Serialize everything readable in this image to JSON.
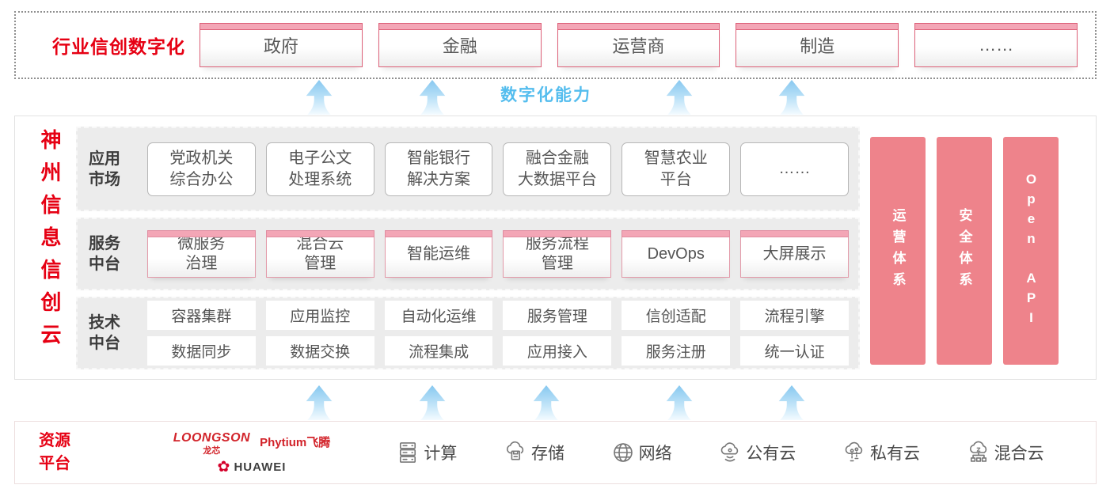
{
  "top_banner": {
    "title": "行业信创数字化",
    "items": [
      "政府",
      "金融",
      "运营商",
      "制造",
      "……"
    ]
  },
  "capability_label": "数字化能力",
  "platform": {
    "title": "神州信息信创云",
    "app_row": {
      "label": "应用\n市场",
      "boxes": [
        "党政机关\n综合办公",
        "电子公文\n处理系统",
        "智能银行\n解决方案",
        "融合金融\n大数据平台",
        "智慧农业\n平台",
        "……"
      ]
    },
    "service_row": {
      "label": "服务\n中台",
      "boxes": [
        "微服务\n治理",
        "混合云\n管理",
        "智能运维",
        "服务流程\n管理",
        "DevOps",
        "大屏展示"
      ]
    },
    "tech_row": {
      "label": "技术\n中台",
      "row1": [
        "容器集群",
        "应用监控",
        "自动化运维",
        "服务管理",
        "信创适配",
        "流程引擎"
      ],
      "row2": [
        "数据同步",
        "数据交换",
        "流程集成",
        "应用接入",
        "服务注册",
        "统一认证"
      ]
    },
    "pillars": [
      "运营体系",
      "安全体系",
      "Open API"
    ]
  },
  "resources": {
    "label": "资源\n平台",
    "vendors": {
      "loongson": "LOONGSON",
      "loongson_sub": "龙芯",
      "phytium": "Phytium飞腾",
      "huawei": "HUAWEI"
    },
    "items": [
      {
        "icon": "compute-icon",
        "label": "计算"
      },
      {
        "icon": "storage-icon",
        "label": "存储"
      },
      {
        "icon": "network-icon",
        "label": "网络"
      },
      {
        "icon": "public-cloud-icon",
        "label": "公有云"
      },
      {
        "icon": "private-cloud-icon",
        "label": "私有云"
      },
      {
        "icon": "hybrid-cloud-icon",
        "label": "混合云"
      }
    ]
  },
  "colors": {
    "brand_red": "#e60013",
    "accent_blue": "#54bdee",
    "pillar_pink": "#ee838b",
    "vendor_red": "#d2232a"
  }
}
